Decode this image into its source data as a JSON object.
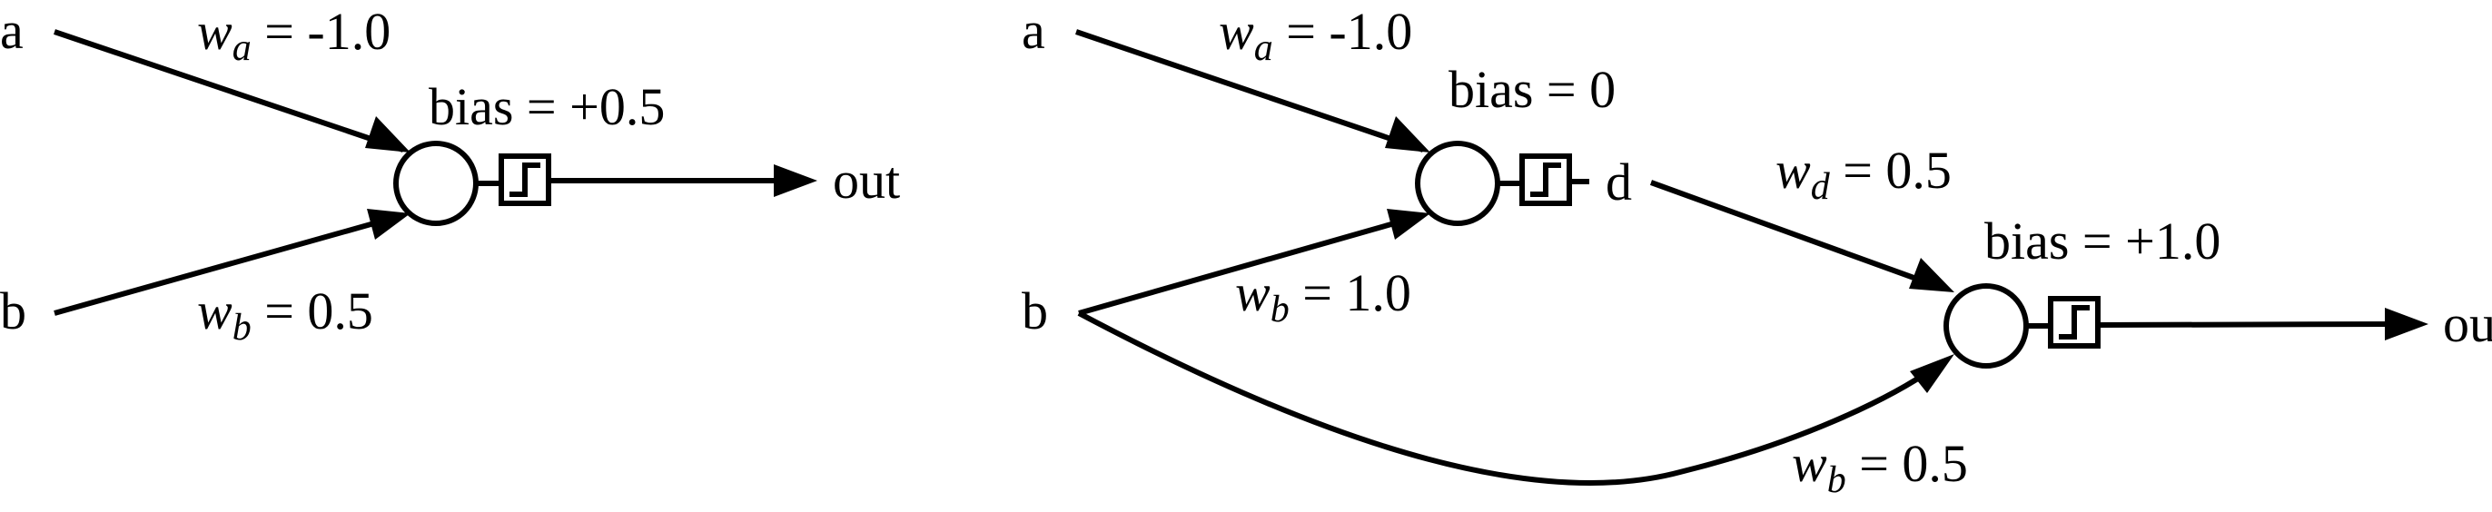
{
  "left_network": {
    "input_a": "a",
    "input_b": "b",
    "output": "out",
    "weight_a": {
      "symbol": "w",
      "subscript": "a",
      "value": " = -1.0"
    },
    "weight_b": {
      "symbol": "w",
      "subscript": "b",
      "value": " = 0.5"
    },
    "bias": "bias = +0.5"
  },
  "right_network": {
    "input_a": "a",
    "input_b": "b",
    "hidden_output": "d",
    "output": "out",
    "weight_a": {
      "symbol": "w",
      "subscript": "a",
      "value": " = -1.0"
    },
    "weight_b_hidden": {
      "symbol": "w",
      "subscript": "b",
      "value": " = 1.0"
    },
    "weight_d": {
      "symbol": "w",
      "subscript": "d",
      "value": " = 0.5"
    },
    "weight_b_output": {
      "symbol": "w",
      "subscript": "b",
      "value": " = 0.5"
    },
    "bias_hidden": "bias = 0",
    "bias_output": "bias = +1.0"
  }
}
